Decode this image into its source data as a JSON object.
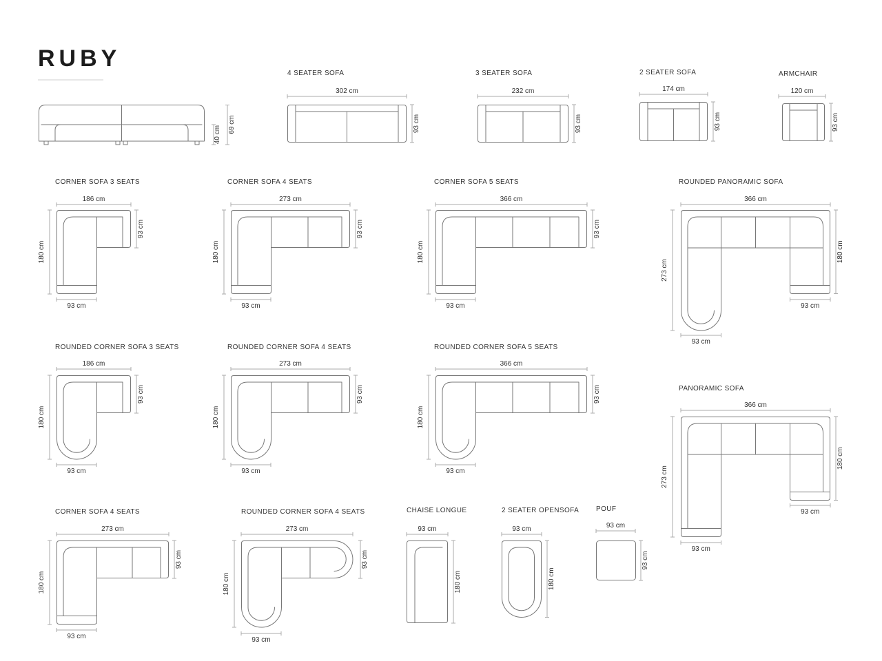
{
  "page": {
    "title": "RUBY"
  },
  "diagrams": {
    "front_view": {
      "height_total": "69 cm",
      "height_seat": "40 cm"
    },
    "seater4": {
      "label": "4 SEATER SOFA",
      "width": "302 cm",
      "depth": "93 cm"
    },
    "seater3": {
      "label": "3 SEATER SOFA",
      "width": "232 cm",
      "depth": "93 cm"
    },
    "seater2": {
      "label": "2 SEATER SOFA",
      "width": "174 cm",
      "depth": "93 cm"
    },
    "armchair": {
      "label": "ARMCHAIR",
      "width": "120 cm",
      "depth": "93 cm"
    },
    "corner3": {
      "label": "CORNER SOFA 3 SEATS",
      "width": "186 cm",
      "height": "180 cm",
      "depth": "93 cm",
      "leg_width": "93 cm"
    },
    "corner4": {
      "label": "CORNER SOFA 4 SEATS",
      "width": "273 cm",
      "height": "180 cm",
      "depth": "93 cm",
      "leg_width": "93 cm"
    },
    "corner5": {
      "label": "CORNER SOFA 5 SEATS",
      "width": "366 cm",
      "height": "180 cm",
      "depth": "93 cm",
      "leg_width": "93 cm"
    },
    "rounded_panoramic": {
      "label": "ROUNDED PANORAMIC SOFA",
      "width": "366 cm",
      "left_height": "273 cm",
      "right_height": "180 cm",
      "right_leg_width": "93 cm",
      "left_leg_width": "93 cm"
    },
    "rounded_corner3": {
      "label": "ROUNDED CORNER SOFA 3 SEATS",
      "width": "186 cm",
      "height": "180 cm",
      "depth": "93 cm",
      "leg_width": "93 cm"
    },
    "rounded_corner4": {
      "label": "ROUNDED CORNER SOFA 4 SEATS",
      "width": "273 cm",
      "height": "180 cm",
      "depth": "93 cm",
      "leg_width": "93 cm"
    },
    "rounded_corner5": {
      "label": "ROUNDED CORNER SOFA 5 SEATS",
      "width": "366 cm",
      "height": "180 cm",
      "depth": "93 cm",
      "leg_width": "93 cm"
    },
    "panoramic": {
      "label": "PANORAMIC SOFA",
      "width": "366 cm",
      "left_height": "273 cm",
      "right_height": "180 cm",
      "right_leg_width": "93 cm",
      "left_leg_width": "93 cm"
    },
    "corner4_left": {
      "label": "CORNER SOFA 4 SEATS",
      "width": "273 cm",
      "height": "180 cm",
      "depth": "93 cm",
      "leg_width": "93 cm"
    },
    "rounded_corner4_open": {
      "label": "ROUNDED CORNER SOFA 4 SEATS",
      "width": "273 cm",
      "height": "180 cm",
      "depth": "93 cm",
      "leg_width": "93 cm"
    },
    "chaise": {
      "label": "CHAISE LONGUE",
      "width": "93 cm",
      "height": "180 cm"
    },
    "opensofa": {
      "label": "2 SEATER OPENSOFA",
      "width": "93 cm",
      "height": "180 cm"
    },
    "pouf": {
      "label": "POUF",
      "width": "93 cm",
      "height": "93 cm"
    }
  }
}
